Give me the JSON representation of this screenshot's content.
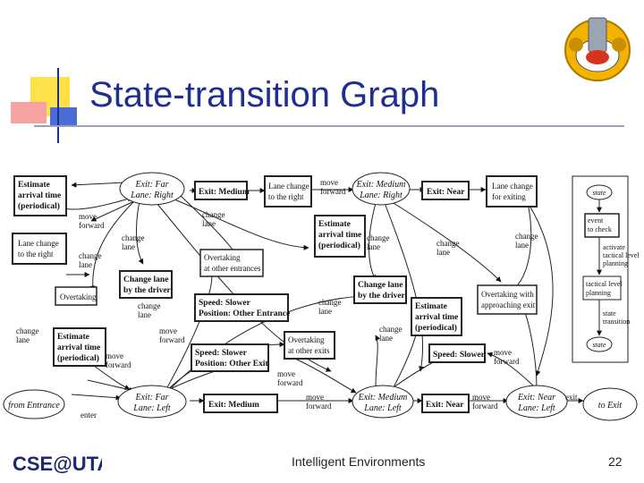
{
  "slide": {
    "title": "State-transition Graph",
    "footer": "Intelligent Environments",
    "page_number": "22",
    "logo_text": "CSE@UTA",
    "accent_color": "#1f2f8f"
  },
  "diagram": {
    "states": [
      {
        "l1": "Exit: Far",
        "l2": "Lane: Right"
      },
      {
        "l1": "Exit: Medium",
        "l2": "Lane: Right"
      },
      {
        "l1": "Exit: Far",
        "l2": "Lane: Left"
      },
      {
        "l1": "Exit: Medium",
        "l2": "Lane: Left"
      },
      {
        "l1": "Exit: Near",
        "l2": "Lane: Left"
      },
      {
        "l1": "from Entrance",
        "l2": ""
      },
      {
        "l1": "to Exit",
        "l2": ""
      }
    ],
    "boxes": [
      {
        "lines": [
          "Estimate",
          "arrival time",
          "(periodical)"
        ]
      },
      {
        "lines": [
          "Lane change",
          "to the right"
        ]
      },
      {
        "lines": [
          "Overtaking"
        ]
      },
      {
        "lines": [
          "Estimate",
          "arrival time",
          "(periodical)"
        ]
      },
      {
        "lines": [
          "Exit: Medium"
        ]
      },
      {
        "lines": [
          "Lane change",
          "to the right"
        ]
      },
      {
        "lines": [
          "Exit: Near"
        ]
      },
      {
        "lines": [
          "Lane change",
          "for exiting"
        ]
      },
      {
        "lines": [
          "Estimate",
          "arrival time",
          "(periodical)"
        ]
      },
      {
        "lines": [
          "Overtaking",
          "at other entrances"
        ]
      },
      {
        "lines": [
          "Change lane",
          "by the driver"
        ]
      },
      {
        "lines": [
          "Speed: Slower",
          "Position: Other Entrance"
        ]
      },
      {
        "lines": [
          "Speed: Slower",
          "Position: Other Exit"
        ]
      },
      {
        "lines": [
          "Overtaking",
          "at other exits"
        ]
      },
      {
        "lines": [
          "Change lane",
          "by the driver"
        ]
      },
      {
        "lines": [
          "Estimate",
          "arrival time",
          "(periodical)"
        ]
      },
      {
        "lines": [
          "Overtaking with",
          "approaching exit"
        ]
      },
      {
        "lines": [
          "Speed: Slower"
        ]
      },
      {
        "lines": [
          "Exit: Medium"
        ]
      },
      {
        "lines": [
          "Exit: Near"
        ]
      }
    ],
    "edge_labels": {
      "move_forward": [
        "move",
        "forward"
      ],
      "change_lane": [
        "change",
        "lane"
      ],
      "enter": "enter",
      "exit": "exit"
    },
    "legend": {
      "state": "state",
      "event": [
        "event",
        "to check"
      ],
      "activate": [
        "activate",
        "tactical level",
        "planning"
      ],
      "tactical": [
        "tactical level",
        "planning"
      ],
      "transition": [
        "state",
        "transition"
      ],
      "state2": "state"
    }
  }
}
